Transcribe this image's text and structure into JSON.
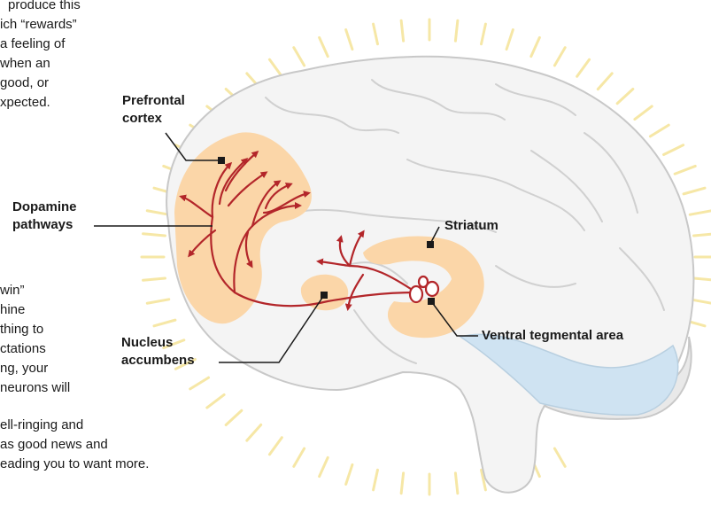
{
  "body_text_top": [
    "produce this",
    "ich “rewards”",
    "a feeling of",
    "when an",
    "good, or",
    "xpected."
  ],
  "body_text_bottom": [
    "win”",
    "hine",
    "thing to",
    "ctations",
    "ng,  your",
    "neurons will",
    "ell-ringing and",
    "as good news and",
    "eading you to want more."
  ],
  "labels": {
    "prefrontal_cortex": [
      "Prefrontal",
      "cortex"
    ],
    "dopamine_pathways": [
      "Dopamine",
      "pathways"
    ],
    "striatum": "Striatum",
    "nucleus_accumbens": [
      "Nucleus",
      "accumbens"
    ],
    "ventral_tegmental_area": "Ventral tegmental area"
  },
  "colors": {
    "pathway": "#b3262a",
    "highlight_region": "#fbd6a8",
    "brain_fill": "#f4f4f4",
    "brain_outline": "#c8c8c8",
    "ventricle": "#cfe3f2",
    "glow_rays": "#f6e7a6",
    "text": "#1a1a1a"
  }
}
